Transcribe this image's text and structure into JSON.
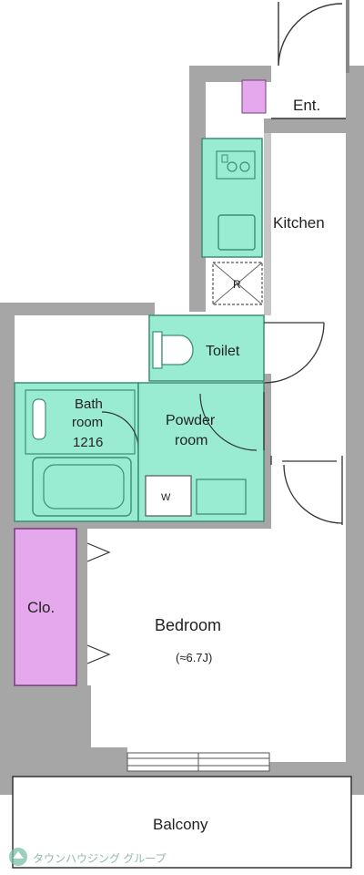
{
  "rooms": {
    "entrance": "Ent.",
    "kitchen": "Kitchen",
    "toilet": "Toilet",
    "bath_line1": "Bath",
    "bath_line2": "room",
    "bath_line3": "1216",
    "powder_line1": "Powder",
    "powder_line2": "room",
    "washer": "W",
    "refrigerator": "R",
    "closet": "Clo.",
    "bedroom": "Bedroom",
    "bedroom_size": "(≈6.7J)",
    "balcony": "Balcony"
  },
  "watermark": {
    "text": "タウンハウジング グループ"
  },
  "colors": {
    "wall": "#a6a6a6",
    "wet_area": "#99ecd2",
    "wet_stroke": "#3a8f75",
    "closet": "#e6a8ec",
    "entrance_mark": "#e6a8ec",
    "line": "#333333"
  }
}
